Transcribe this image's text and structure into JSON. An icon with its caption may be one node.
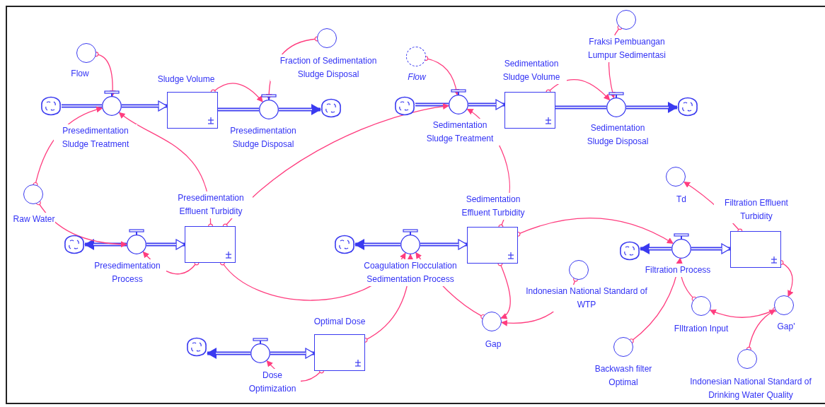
{
  "diagram": {
    "nodes": [
      {
        "text": [
          "Flow"
        ]
      },
      {
        "text": [],
        "shape": "cloud"
      },
      {
        "text": [
          "Presedimentation Sludge Treatment"
        ]
      },
      {
        "text": [
          "Sludge Volume"
        ]
      },
      {
        "text": [
          "Fraction of Sedimentation Sludge Disposal"
        ]
      },
      {
        "text": [
          "Presedimentation Sludge Disposal"
        ]
      },
      {
        "text": [],
        "shape": "cloud"
      },
      {
        "text": [
          "Flow"
        ]
      },
      {
        "text": [],
        "shape": "cloud"
      },
      {
        "text": [
          "Sedimentation Sludge Treatment"
        ]
      },
      {
        "text": [
          "Sedimentation Sludge Volume"
        ]
      },
      {
        "text": [
          "Fraksi Pembuangan Lumpur Sedimentasi"
        ]
      },
      {
        "text": [
          "Sedimentation Sludge Disposal"
        ]
      },
      {
        "text": [],
        "shape": "cloud"
      },
      {
        "text": [
          "Raw Water"
        ]
      },
      {
        "text": [],
        "shape": "cloud"
      },
      {
        "text": [
          "Presedimentation Process"
        ]
      },
      {
        "text": [
          "Presedimentation Effluent Turbidity"
        ]
      },
      {
        "text": [],
        "shape": "cloud"
      },
      {
        "text": [
          "Coagulation Flocculation Sedimentation Process"
        ]
      },
      {
        "text": [
          "Sedimentation Effluent Turbidity"
        ]
      },
      {
        "text": [
          "Td"
        ]
      },
      {
        "text": [
          "Filtration Effluent Turbidity"
        ]
      },
      {
        "text": [],
        "shape": "cloud"
      },
      {
        "text": [
          "Filtration Process"
        ]
      },
      {
        "text": [
          "Indonesian National Standard of WTP"
        ]
      },
      {
        "text": [
          "Gap"
        ]
      },
      {
        "text": [
          "FIltration Input"
        ]
      },
      {
        "text": [
          "Gap'"
        ]
      },
      {
        "text": [
          "Backwash filter Optimal"
        ]
      },
      {
        "text": [
          "Indonesian National Standard of Drinking Water Quality"
        ]
      },
      {
        "text": [],
        "shape": "cloud"
      },
      {
        "text": [
          "Dose Optimization"
        ]
      },
      {
        "text": [
          "Optimal Dose"
        ]
      }
    ],
    "edges": [
      {
        "from": 1,
        "to": 2,
        "arrow": "none",
        "style": "thick",
        "color": "#3a3af0"
      },
      {
        "from": 2,
        "to": 3,
        "arrow": "to",
        "style": "thick",
        "color": "#3a3af0"
      },
      {
        "from": 3,
        "to": 5,
        "arrow": "none",
        "style": "thick",
        "color": "#3a3af0"
      },
      {
        "from": 5,
        "to": 6,
        "arrow": "to",
        "style": "thick",
        "color": "#3a3af0"
      },
      {
        "from": 8,
        "to": 9,
        "arrow": "none",
        "style": "thick",
        "color": "#3a3af0"
      },
      {
        "from": 9,
        "to": 10,
        "arrow": "to",
        "style": "thick",
        "color": "#3a3af0"
      },
      {
        "from": 10,
        "to": 12,
        "arrow": "none",
        "style": "thick",
        "color": "#3a3af0"
      },
      {
        "from": 12,
        "to": 13,
        "arrow": "to",
        "style": "thick",
        "color": "#3a3af0"
      },
      {
        "from": 16,
        "to": 15,
        "arrow": "to",
        "style": "thick",
        "color": "#3a3af0"
      },
      {
        "from": 16,
        "to": 17,
        "arrow": "to",
        "style": "thick",
        "color": "#3a3af0"
      },
      {
        "from": 19,
        "to": 18,
        "arrow": "to",
        "style": "thick",
        "color": "#3a3af0"
      },
      {
        "from": 19,
        "to": 20,
        "arrow": "to",
        "style": "thick",
        "color": "#3a3af0"
      },
      {
        "from": 24,
        "to": 23,
        "arrow": "to",
        "style": "thick",
        "color": "#3a3af0"
      },
      {
        "from": 24,
        "to": 22,
        "arrow": "to",
        "style": "thick",
        "color": "#3a3af0"
      },
      {
        "from": 32,
        "to": 31,
        "arrow": "to",
        "style": "thick",
        "color": "#3a3af0"
      },
      {
        "from": 32,
        "to": 33,
        "arrow": "to",
        "style": "thick",
        "color": "#3a3af0"
      },
      {
        "from": 0,
        "to": 2,
        "arrow": "to"
      },
      {
        "from": 14,
        "to": 2,
        "arrow": "to"
      },
      {
        "from": 17,
        "to": 2,
        "arrow": "to"
      },
      {
        "from": 3,
        "to": 5,
        "arrow": "to"
      },
      {
        "from": 4,
        "to": 5,
        "arrow": "to"
      },
      {
        "from": 14,
        "to": 16,
        "arrow": "to"
      },
      {
        "from": 17,
        "to": 16,
        "arrow": "to"
      },
      {
        "from": 17,
        "to": 19,
        "arrow": "to"
      },
      {
        "from": 17,
        "to": 9,
        "arrow": "to"
      },
      {
        "from": 7,
        "to": 9,
        "arrow": "to"
      },
      {
        "from": 20,
        "to": 9,
        "arrow": "to"
      },
      {
        "from": 10,
        "to": 12,
        "arrow": "to"
      },
      {
        "from": 11,
        "to": 12,
        "arrow": "to"
      },
      {
        "from": 33,
        "to": 19,
        "arrow": "to"
      },
      {
        "from": 26,
        "to": 19,
        "arrow": "to"
      },
      {
        "from": 20,
        "to": 26,
        "arrow": "to"
      },
      {
        "from": 25,
        "to": 26,
        "arrow": "to"
      },
      {
        "from": 20,
        "to": 24,
        "arrow": "to"
      },
      {
        "from": 22,
        "to": 21,
        "arrow": "to"
      },
      {
        "from": 29,
        "to": 24,
        "arrow": "to"
      },
      {
        "from": 27,
        "to": 24,
        "arrow": "to"
      },
      {
        "from": 22,
        "to": 28,
        "arrow": "to"
      },
      {
        "from": 28,
        "to": 27,
        "arrow": "to"
      },
      {
        "from": 30,
        "to": 28,
        "arrow": "to"
      },
      {
        "from": 33,
        "to": 32,
        "arrow": "to"
      }
    ]
  }
}
